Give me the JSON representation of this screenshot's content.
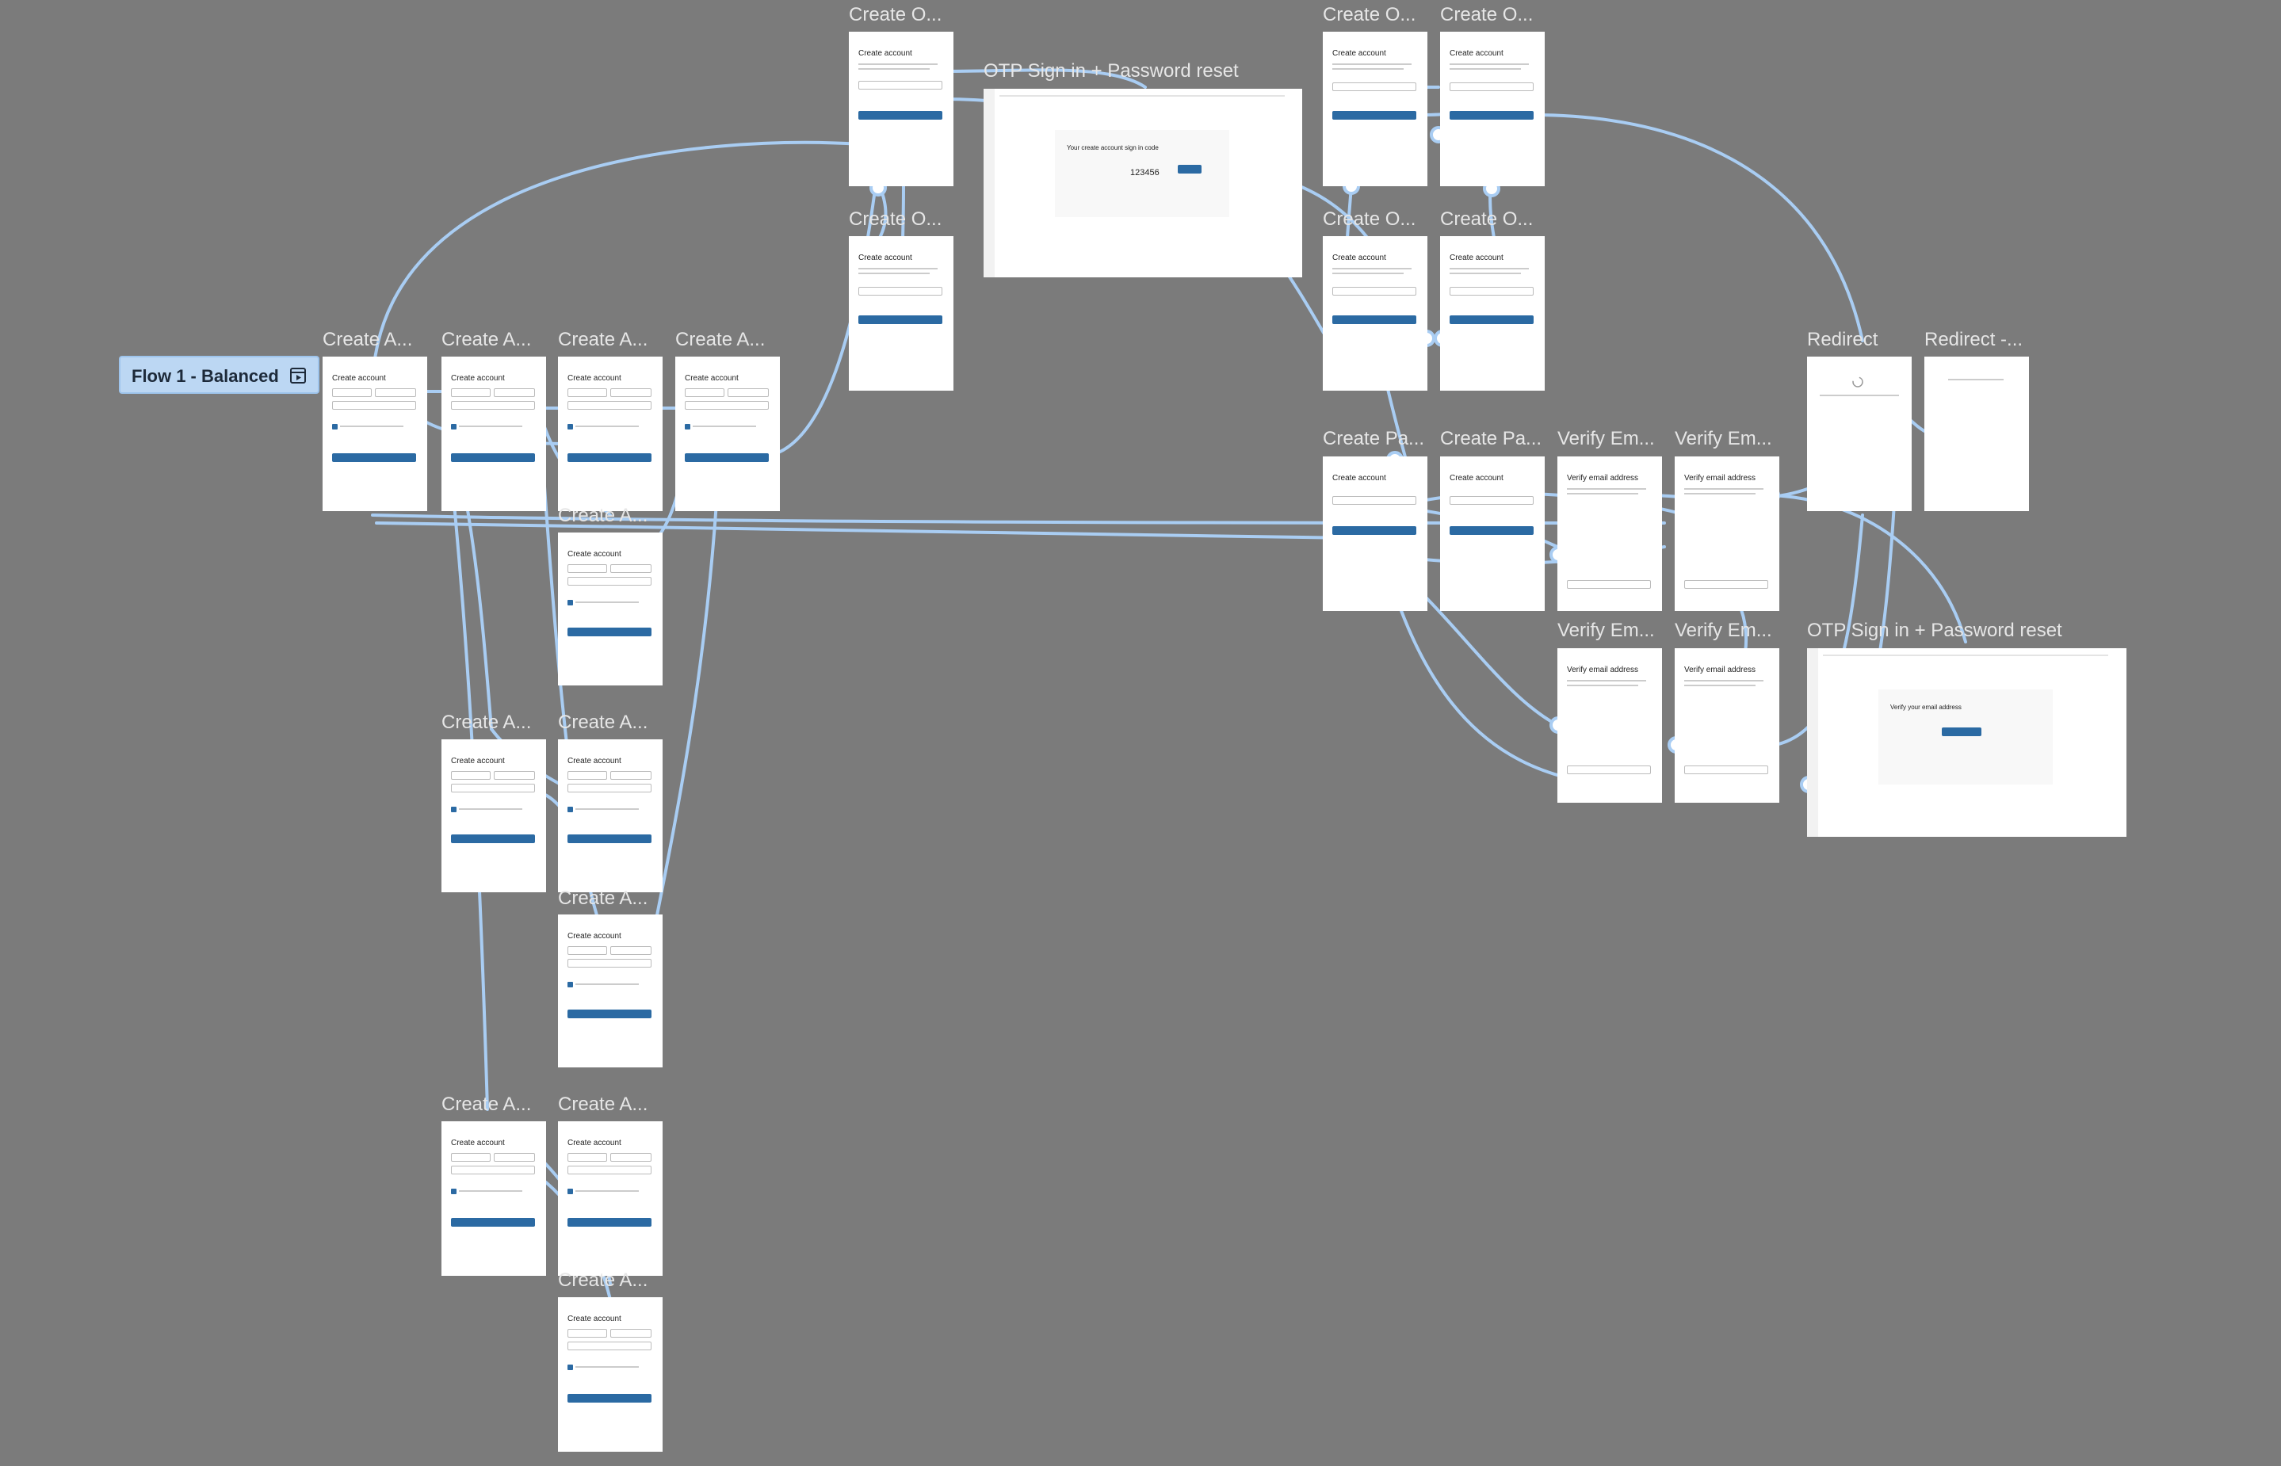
{
  "flow": {
    "label": "Flow 1 - Balanced",
    "icon": "prototype-play-icon"
  },
  "colors": {
    "canvas": "#7b7b7b",
    "wire": "#a9cdf3",
    "button": "#2b6aa3",
    "chip": "#bcd7f3"
  },
  "frames": [
    {
      "title": "Create A...",
      "heading": "Create account",
      "kind": "form"
    },
    {
      "title": "Create A...",
      "heading": "Create account",
      "kind": "form"
    },
    {
      "title": "Create A...",
      "heading": "Create account",
      "kind": "form"
    },
    {
      "title": "Create A...",
      "heading": "Create account",
      "kind": "form"
    },
    {
      "title": "Create A...",
      "heading": "Create account",
      "kind": "form"
    },
    {
      "title": "Create A...",
      "heading": "Create account",
      "kind": "form"
    },
    {
      "title": "Create A...",
      "heading": "Create account",
      "kind": "form"
    },
    {
      "title": "Create A...",
      "heading": "Create account",
      "kind": "form"
    },
    {
      "title": "Create A...",
      "heading": "Create account",
      "kind": "form"
    },
    {
      "title": "Create A...",
      "heading": "Create account",
      "kind": "form"
    },
    {
      "title": "Create A...",
      "heading": "Create account",
      "kind": "form"
    },
    {
      "title": "Create O...",
      "heading": "Create account",
      "kind": "otp"
    },
    {
      "title": "Create O...",
      "heading": "Create account",
      "kind": "otp"
    },
    {
      "title": "OTP Sign in + Password reset",
      "heading": "Your create account sign in code",
      "kind": "email",
      "code": "123456"
    },
    {
      "title": "Create O...",
      "heading": "Create account",
      "kind": "otp"
    },
    {
      "title": "Create O...",
      "heading": "Create account",
      "kind": "otp"
    },
    {
      "title": "Create O...",
      "heading": "Create account",
      "kind": "otp"
    },
    {
      "title": "Create O...",
      "heading": "Create account",
      "kind": "otp"
    },
    {
      "title": "Create Pa...",
      "heading": "Create account",
      "kind": "password"
    },
    {
      "title": "Create Pa...",
      "heading": "Create account",
      "kind": "password"
    },
    {
      "title": "Verify Em...",
      "heading": "Verify email address",
      "kind": "verify"
    },
    {
      "title": "Verify Em...",
      "heading": "Verify email address",
      "kind": "verify"
    },
    {
      "title": "Verify Em...",
      "heading": "Verify email address",
      "kind": "verify"
    },
    {
      "title": "Verify Em...",
      "heading": "Verify email address",
      "kind": "verify"
    },
    {
      "title": "Redirect",
      "heading": "",
      "kind": "redirect"
    },
    {
      "title": "Redirect -...",
      "heading": "",
      "kind": "redirect2"
    },
    {
      "title": "OTP Sign in + Password reset",
      "heading": "Verify your email address",
      "kind": "email2"
    }
  ]
}
